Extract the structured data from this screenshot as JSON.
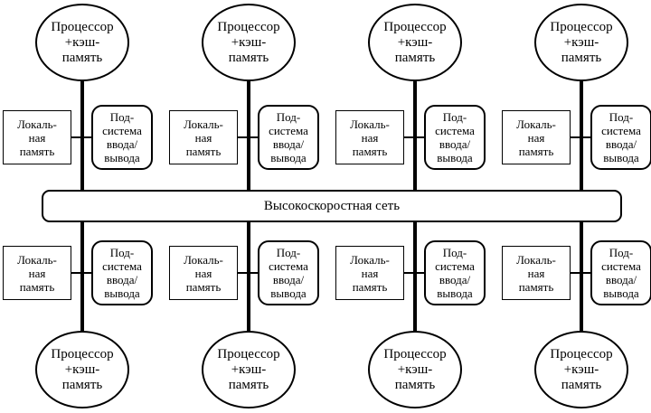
{
  "network": {
    "label": "Высокоскоростная сеть"
  },
  "processor": {
    "label": "Процессор\n+кэш-\nпамять"
  },
  "local_memory": {
    "label": "Локаль-\nная\nпамять"
  },
  "io_subsystem": {
    "label": "Под-\nсистема\nввода/\nвывода"
  },
  "colors": {
    "line": "#000000",
    "fill": "#ffffff"
  }
}
